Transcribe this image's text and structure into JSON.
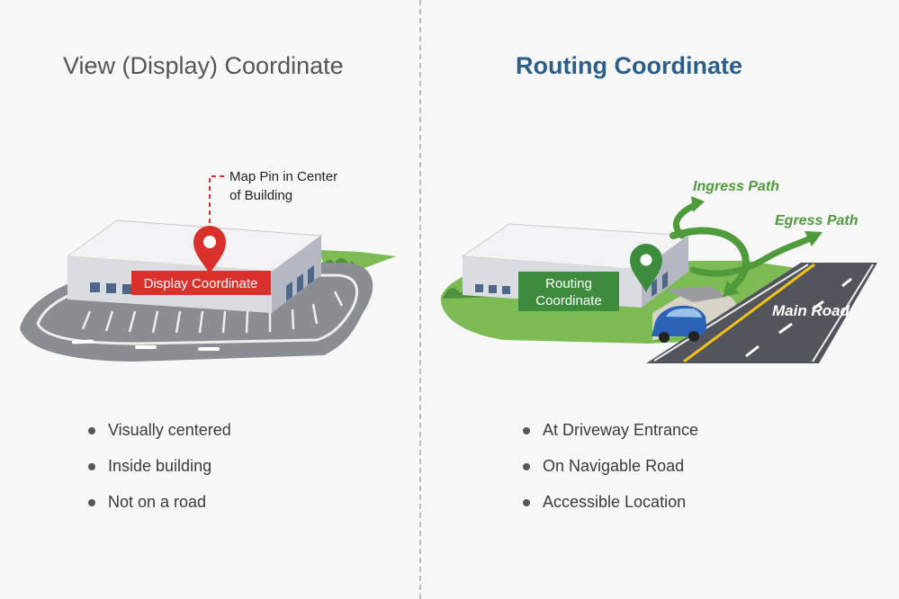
{
  "left": {
    "title": "View (Display) Coordinate",
    "callout": [
      "Map Pin in Center",
      "of Building"
    ],
    "display_label": "Display Coordinate",
    "bullets": [
      "Visually centered",
      "Inside building",
      "Not on a road"
    ]
  },
  "right": {
    "title": "Routing Coordinate",
    "routing_label": [
      "Routing",
      "Coordinate"
    ],
    "ingress_label": "Ingress Path",
    "egress_label": "Egress Path",
    "road_label": "Main Road",
    "bullets": [
      "At Driveway Entrance",
      "On Navigable Road",
      "Accessible Location"
    ]
  },
  "colors": {
    "display_red": "#d9302c",
    "routing_green": "#3d8b3d",
    "path_green": "#4f9a3a",
    "car_blue": "#2a62b5",
    "road_yellow": "#f2c21b"
  }
}
